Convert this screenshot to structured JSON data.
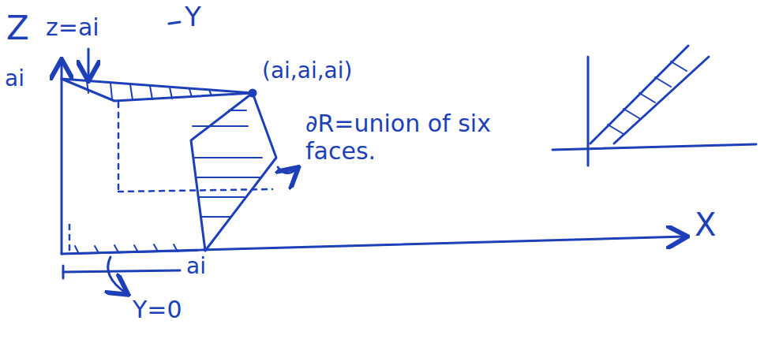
{
  "diagram": {
    "labels": [
      "Z",
      "z=ai",
      "Y",
      "(ai,ai,ai)",
      "ai",
      "∂R=union of six faces.",
      "X",
      "ai",
      "Y=0"
    ]
  }
}
